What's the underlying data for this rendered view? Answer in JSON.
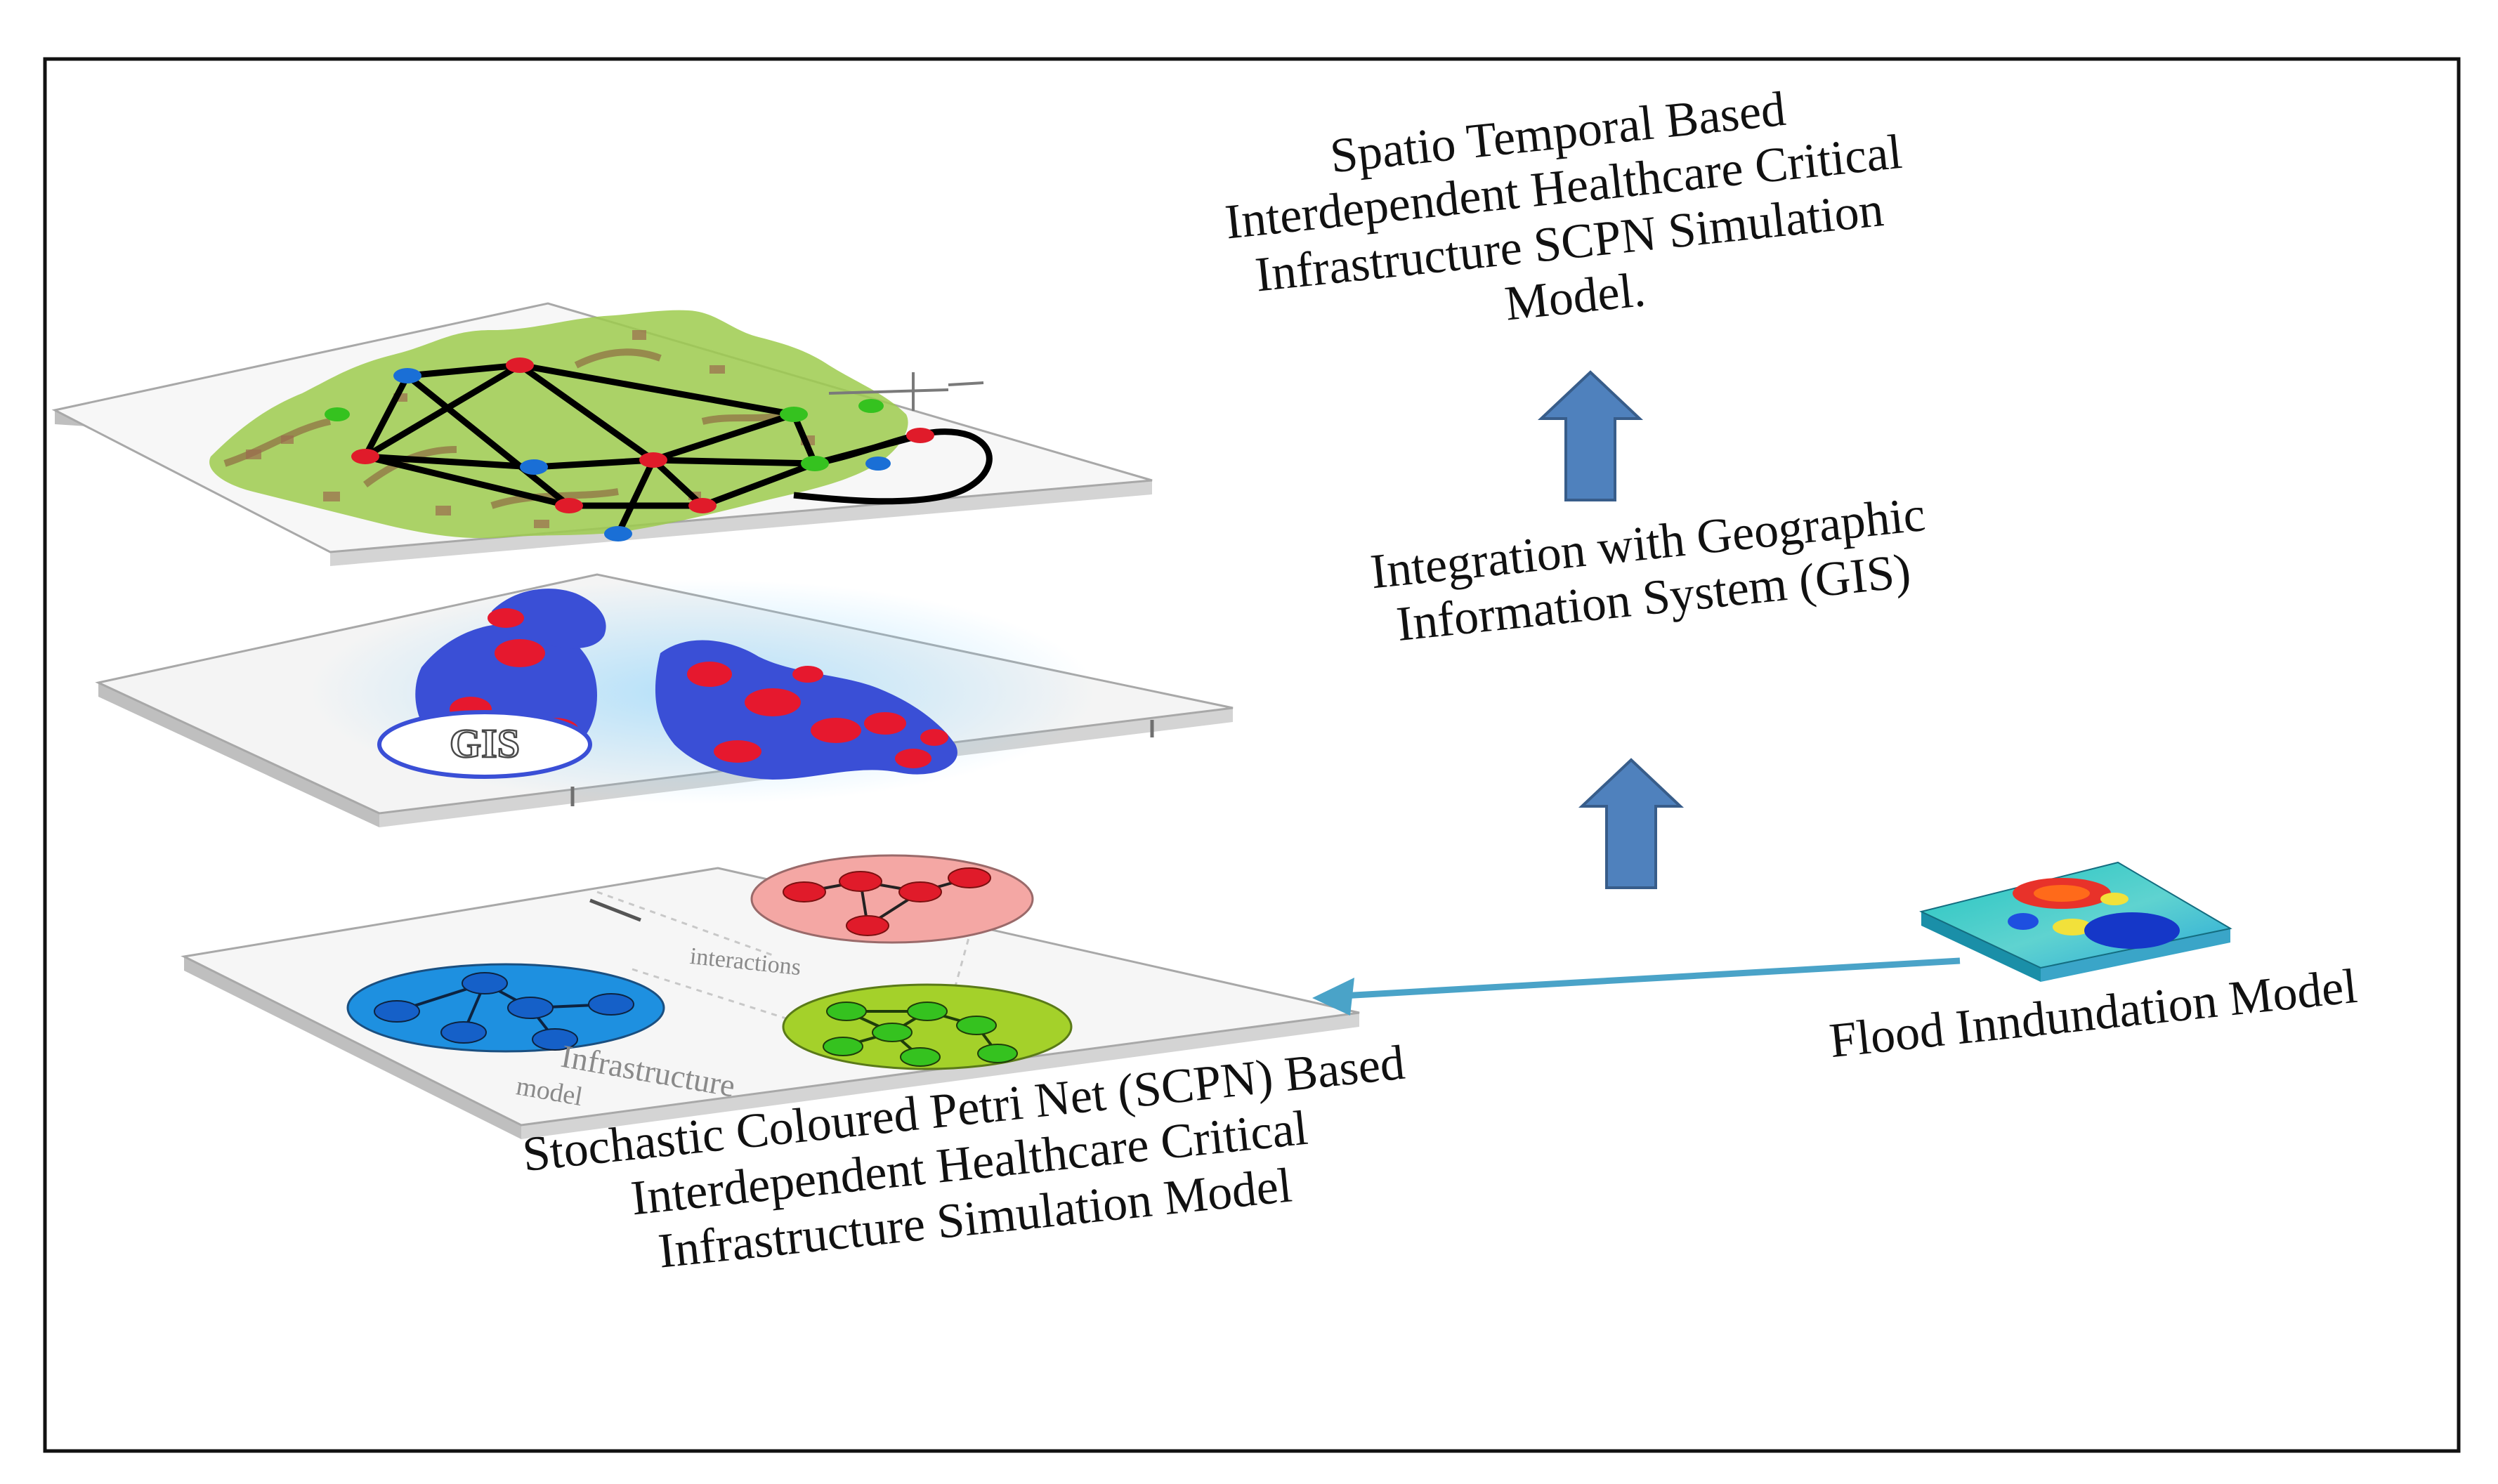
{
  "colors": {
    "frame": "#111111",
    "arrow_fill": "#4f81bd",
    "arrow_stroke": "#385d8a",
    "connector": "#4aa3c8",
    "red_node": "#e01b2a",
    "blue_node": "#1a6fd6",
    "green_node": "#35c21f",
    "map_green": "#9ecb4e",
    "pink_circle": "#f4a7a4",
    "blue_circle": "#1e90e0",
    "lime_circle": "#a4d12a"
  },
  "captions": {
    "top": [
      "Spatio Temporal Based",
      "Interdependent Healthcare Critical",
      "Infrastructure SCPN Simulation",
      "Model."
    ],
    "gis": [
      "Integration with Geographic",
      "Information System (GIS)"
    ],
    "bottom": [
      "Stochastic Coloured Petri Net (SCPN) Based",
      "Interdependent Healthcare Critical",
      "Infrastructure Simulation Model"
    ],
    "flood": "Flood Inndundation Model"
  },
  "layers": {
    "gis_label": "GIS",
    "interactions_label": "interactions",
    "infrastructure_label": "Infrastructure",
    "model_label": "model"
  },
  "icons": {
    "up_arrow_upper": "up-arrow-icon",
    "up_arrow_lower": "up-arrow-icon",
    "connector_arrow": "left-arrow-icon"
  }
}
